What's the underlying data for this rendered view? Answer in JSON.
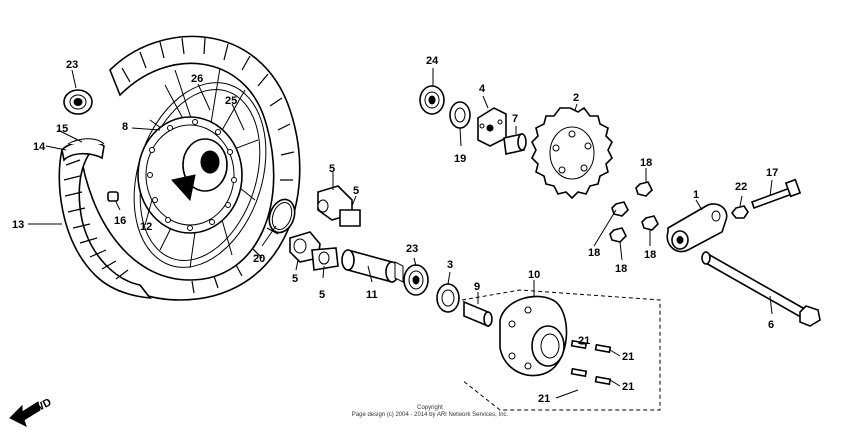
{
  "diagram": {
    "callouts": {
      "p1": "1",
      "p2": "2",
      "p3": "3",
      "p4": "4",
      "p5a": "5",
      "p5b": "5",
      "p5c": "5",
      "p5d": "5",
      "p6": "6",
      "p7": "7",
      "p8": "8",
      "p9": "9",
      "p10": "10",
      "p11": "11",
      "p12": "12",
      "p13": "13",
      "p14": "14",
      "p15": "15",
      "p16": "16",
      "p17": "17",
      "p18a": "18",
      "p18b": "18",
      "p18c": "18",
      "p18d": "18",
      "p19": "19",
      "p20": "20",
      "p21a": "21",
      "p21b": "21",
      "p21c": "21",
      "p21d": "21",
      "p22": "22",
      "p23a": "23",
      "p23b": "23",
      "p24": "24",
      "p25": "25",
      "p26": "26"
    },
    "fwd_label": "FWD",
    "copyright_line1": "Copyright",
    "copyright_line2": "Page design (c) 2004 - 2014 by ARI Network Services, Inc."
  }
}
